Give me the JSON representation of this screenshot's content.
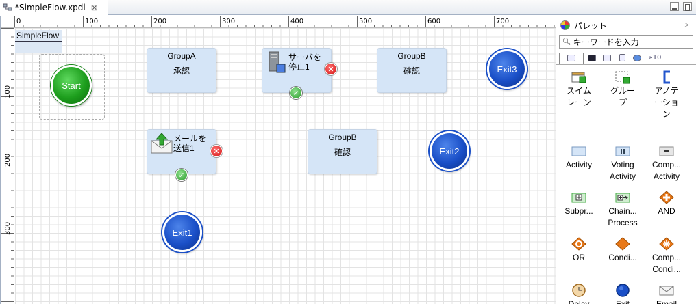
{
  "editor_tab": {
    "title": "*SimpleFlow.xpdl",
    "close": "⊠"
  },
  "ruler": {
    "h_ticks": [
      "0",
      "100",
      "200",
      "300",
      "400",
      "500",
      "600",
      "700"
    ],
    "v_ticks": [
      "100",
      "200",
      "300"
    ]
  },
  "diagram": {
    "pool_label": "SimpleFlow",
    "start": "Start",
    "exits": {
      "exit1": "Exit1",
      "exit2": "Exit2",
      "exit3": "Exit3"
    },
    "activities": {
      "groupA": {
        "line1": "GroupA",
        "line2": "承認"
      },
      "groupB_top": {
        "line1": "GroupB",
        "line2": "確認"
      },
      "groupB_mid": {
        "line1": "GroupB",
        "line2": "確認"
      },
      "server_stop": {
        "line1": "サーバを",
        "line2": "停止1"
      },
      "mail_send": {
        "line1": "メールを",
        "line2": "送信1"
      }
    },
    "markers": {
      "error": "✕",
      "ok": "✓"
    }
  },
  "palette": {
    "title": "パレット",
    "search_placeholder": "キーワードを入力",
    "tabs_more": "10",
    "items": [
      {
        "label": "スイム\nレーン",
        "icon": "swimlane-icon"
      },
      {
        "label": "グルー\nプ",
        "icon": "group-icon"
      },
      {
        "label": "アノテ\nーショ\nン",
        "icon": "annotation-icon"
      },
      {
        "label": "Activity",
        "icon": "activity-icon"
      },
      {
        "label": "Voting\nActivity",
        "icon": "voting-activity-icon"
      },
      {
        "label": "Comp...\nActivity",
        "icon": "compensation-activity-icon"
      },
      {
        "label": "Subpr...",
        "icon": "subprocess-icon"
      },
      {
        "label": "Chain...\nProcess",
        "icon": "chain-process-icon"
      },
      {
        "label": "AND",
        "icon": "and-gateway-icon"
      },
      {
        "label": "OR",
        "icon": "or-gateway-icon"
      },
      {
        "label": "Condi...",
        "icon": "conditional-gateway-icon"
      },
      {
        "label": "Comp...\nCondi...",
        "icon": "complex-condition-icon"
      },
      {
        "label": "Delay",
        "icon": "delay-icon"
      },
      {
        "label": "Exit",
        "icon": "exit-icon"
      },
      {
        "label": "Email",
        "icon": "email-icon"
      }
    ]
  },
  "colors": {
    "accent_blue": "#1a4fc7",
    "start_green": "#1d9e1d",
    "activity_fill": "#d5e5f7"
  }
}
